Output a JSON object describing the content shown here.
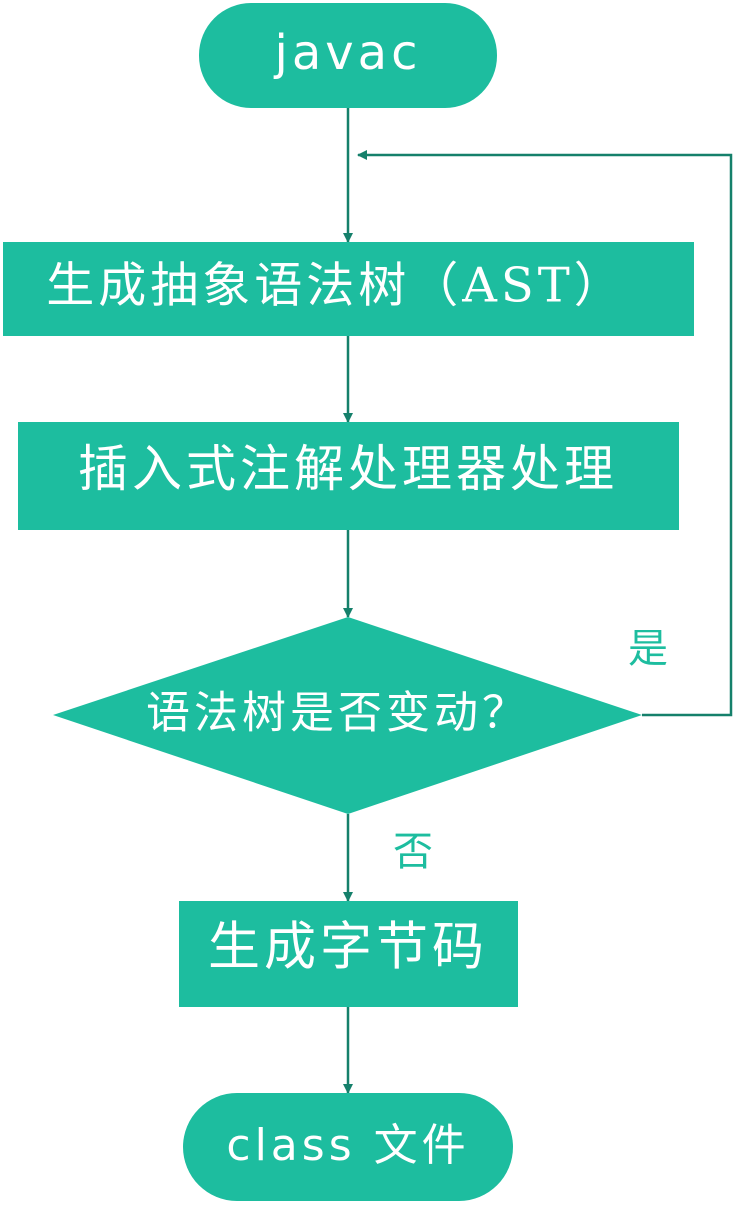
{
  "colors": {
    "node_fill": "#1dbd9f",
    "edge": "#15806b",
    "node_text": "#ffffff",
    "branch_label": "#1dbd9f"
  },
  "nodes": {
    "start": {
      "shape": "terminal",
      "label": "javac"
    },
    "generate_ast": {
      "shape": "process",
      "label": "生成抽象语法树（AST）"
    },
    "annotation_processing": {
      "shape": "process",
      "label": "插入式注解处理器处理"
    },
    "ast_changed": {
      "shape": "decision",
      "label": "语法树是否变动？"
    },
    "generate_bytecode": {
      "shape": "process",
      "label": "生成字节码"
    },
    "end": {
      "shape": "terminal",
      "label": "class 文件"
    }
  },
  "edges": [
    {
      "from": "start",
      "to": "generate_ast",
      "label": ""
    },
    {
      "from": "generate_ast",
      "to": "annotation_processing",
      "label": ""
    },
    {
      "from": "annotation_processing",
      "to": "ast_changed",
      "label": ""
    },
    {
      "from": "ast_changed",
      "to": "generate_ast",
      "label": "是"
    },
    {
      "from": "ast_changed",
      "to": "generate_bytecode",
      "label": "否"
    },
    {
      "from": "generate_bytecode",
      "to": "end",
      "label": ""
    }
  ]
}
